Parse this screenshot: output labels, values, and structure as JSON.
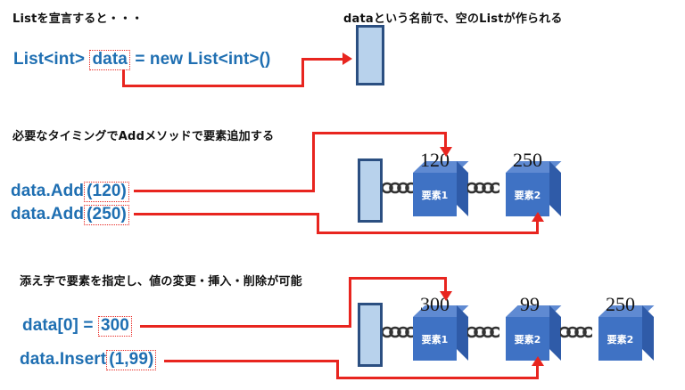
{
  "page": {
    "title": "List declaration and element operations diagram",
    "background": "#ffffff",
    "accent_red": "#e8251f",
    "code_blue": "#1f6fb2",
    "cube_blue": "#3f72c4",
    "list_fill": "#b8d2ec",
    "list_border": "#2b4f81"
  },
  "sections": [
    {
      "id": "declare",
      "note_left": "Listを宣言すると・・・",
      "note_right": "dataという名前で、空のListが作られる",
      "code_lines": [
        {
          "prefix": "List<int> ",
          "highlight": "data",
          "suffix": " = new List<int>()"
        }
      ],
      "boxes": []
    },
    {
      "id": "add",
      "note_left": "必要なタイミングでAddメソッドで要素追加する",
      "code_lines": [
        {
          "prefix": "data.Add",
          "highlight": "(120)",
          "suffix": ""
        },
        {
          "prefix": "data.Add",
          "highlight": "(250)",
          "suffix": ""
        }
      ],
      "boxes": [
        {
          "value": "120",
          "label": "要素1"
        },
        {
          "value": "250",
          "label": "要素2"
        }
      ]
    },
    {
      "id": "modify",
      "note_left": "添え字で要素を指定し、値の変更・挿入・削除が可能",
      "code_lines": [
        {
          "prefix": "data[0] = ",
          "highlight": "300",
          "suffix": ""
        },
        {
          "prefix": "data.Insert",
          "highlight": "(1,99)",
          "suffix": ""
        }
      ],
      "boxes": [
        {
          "value": "300",
          "label": "要素1"
        },
        {
          "value": "99",
          "label": "要素2"
        },
        {
          "value": "250",
          "label": "要素2"
        }
      ]
    }
  ],
  "icons": {
    "chain": "chain-link-icon",
    "arrow": "red-arrow-icon",
    "cube": "element-cube-icon",
    "list_head": "list-head-rectangle-icon"
  }
}
